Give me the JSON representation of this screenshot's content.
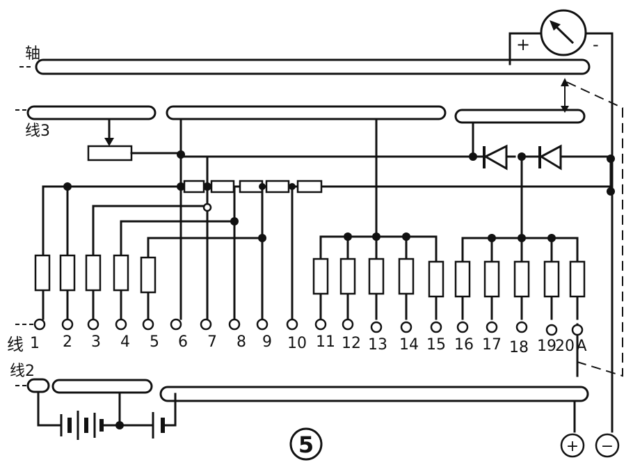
{
  "labels": {
    "shaft": "轴",
    "line1": "线",
    "line1_num": "1",
    "line2": "线2",
    "line3": "线3",
    "meter_plus": "+",
    "meter_minus": "-",
    "out_plus": "+",
    "out_minus": "−",
    "figure_number": "5"
  },
  "terminals": [
    "2",
    "3",
    "4",
    "5",
    "6",
    "7",
    "8",
    "9",
    "10",
    "11",
    "12",
    "13",
    "14",
    "15",
    "16",
    "17",
    "18",
    "19",
    "20",
    "A"
  ]
}
